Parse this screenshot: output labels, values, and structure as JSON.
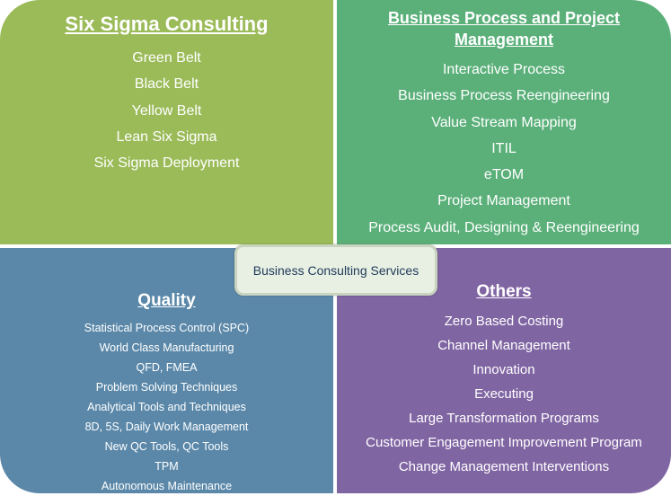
{
  "center": {
    "label": "Business Consulting Services"
  },
  "colors": {
    "top_left": "#9bbb59",
    "top_right": "#5bb07a",
    "bottom_left": "#5b88a9",
    "bottom_right": "#8065a3"
  },
  "quadrants": {
    "six_sigma": {
      "title": "Six Sigma Consulting",
      "items": [
        "Green Belt",
        "Black Belt",
        "Yellow Belt",
        "Lean Six Sigma",
        "Six Sigma Deployment"
      ]
    },
    "bpm": {
      "title": "Business Process and Project Management",
      "items": [
        "Interactive Process",
        "Business Process Reengineering",
        "Value Stream Mapping",
        "ITIL",
        "eTOM",
        "Project Management",
        "Process Audit, Designing & Reengineering"
      ]
    },
    "quality": {
      "title": "Quality",
      "items": [
        "Statistical Process Control (SPC)",
        "World Class Manufacturing",
        "QFD, FMEA",
        "Problem Solving Techniques",
        "Analytical Tools and Techniques",
        "8D, 5S, Daily Work Management",
        "New QC Tools, QC Tools",
        "TPM",
        "Autonomous Maintenance"
      ]
    },
    "others": {
      "title": "Others",
      "items": [
        "Zero Based Costing",
        "Channel Management",
        "Innovation",
        "Executing",
        "Large Transformation Programs",
        "Customer Engagement Improvement Program",
        "Change Management Interventions"
      ]
    }
  }
}
